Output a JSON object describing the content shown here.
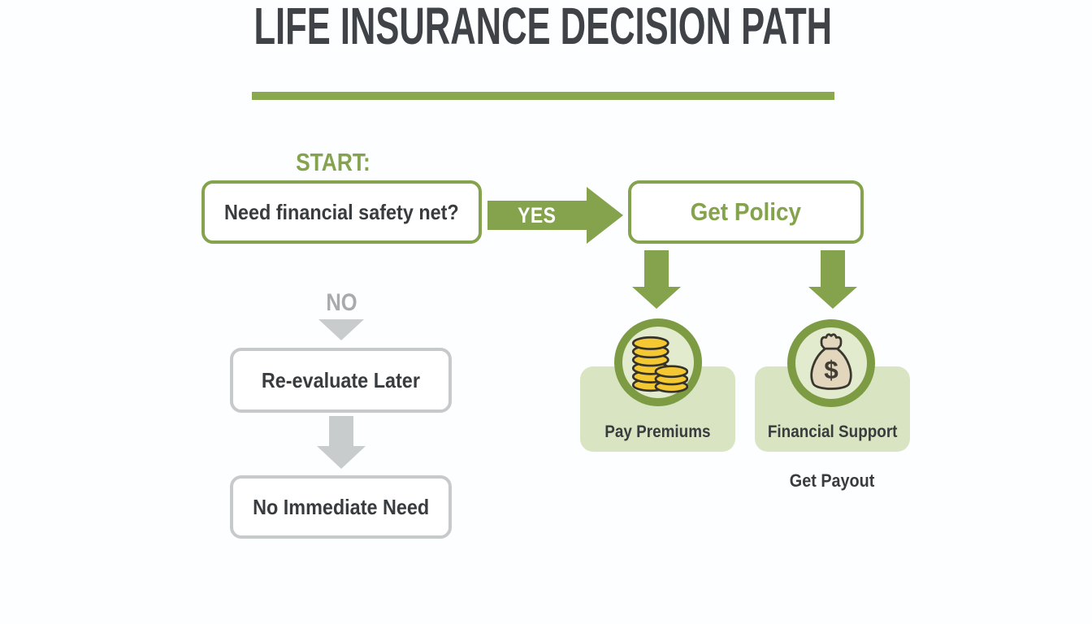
{
  "title": "LIFE INSURANCE DECISION PATH",
  "labels": {
    "start": "START:",
    "yes": "YES",
    "no": "NO"
  },
  "nodes": {
    "question": "Need financial safety net?",
    "get_policy": "Get Policy",
    "reevaluate": "Re-evaluate Later",
    "no_need": "No Immediate Need",
    "pay_premiums": "Pay Premiums",
    "financial_support": "Financial Support",
    "get_payout": "Get Payout"
  },
  "icons": {
    "coins": "coins-icon",
    "money_bag": "money-bag-icon",
    "dollar_sign": "$"
  },
  "colors": {
    "green_accent": "#85a24d",
    "ring_green": "#7d9b43",
    "card_green": "#d9e5c2",
    "circle_fill": "#e2ebcd",
    "dark_text": "#3f4347",
    "gray_text": "#a8abac",
    "gray_arrow": "#c9cccd",
    "gray_border": "#c7caca",
    "coin_gold": "#f4c832",
    "bag_fill": "#e2d6bc",
    "background": "#fdfeff"
  }
}
